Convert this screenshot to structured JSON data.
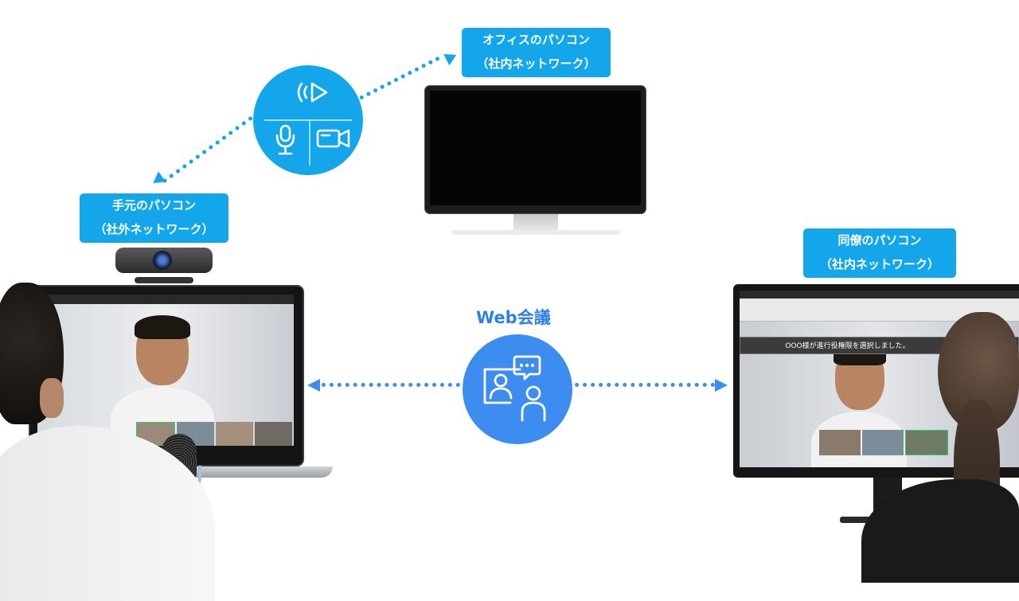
{
  "office_pc": {
    "line1": "オフィスのパソコン",
    "line2": "（社内ネットワーク）"
  },
  "local_pc": {
    "line1": "手元のパソコン",
    "line2": "（社外ネットワーク）"
  },
  "colleague_pc": {
    "line1": "同僚のパソコン",
    "line2": "（社内ネットワーク）"
  },
  "web_meeting": {
    "title": "Web会議"
  },
  "colleague_screen": {
    "notification": "OOO様が進行役権限を選択しました。"
  },
  "colors": {
    "cyan": "#14a6ea",
    "blue": "#3d8cf0"
  }
}
